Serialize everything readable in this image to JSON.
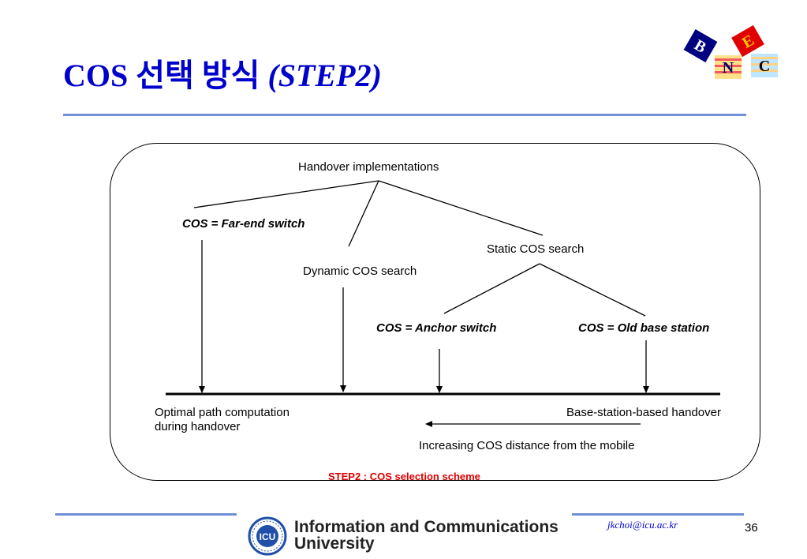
{
  "slide": {
    "title_main": "COS 선택 방식",
    "title_step": "(STEP2)",
    "email": "jkchoi@icu.ac.kr",
    "page_number": "36",
    "university_line1": "Information and Communications",
    "university_line2": "University"
  },
  "logo": {
    "letters": [
      "B",
      "E",
      "N",
      "C"
    ]
  },
  "emblem": {
    "text": "ICU"
  },
  "diagram": {
    "root": "Handover implementations",
    "branch_far_end": "COS = Far-end switch",
    "branch_dynamic": "Dynamic COS search",
    "branch_static": "Static COS search",
    "leaf_anchor": "COS = Anchor switch",
    "leaf_old_base": "COS = Old base station",
    "axis_left_line1": "Optimal path computation",
    "axis_left_line2": "during handover",
    "axis_right": "Base-station-based handover",
    "axis_arrow_label": "Increasing COS distance from the mobile",
    "caption": "STEP2 : COS selection scheme"
  }
}
